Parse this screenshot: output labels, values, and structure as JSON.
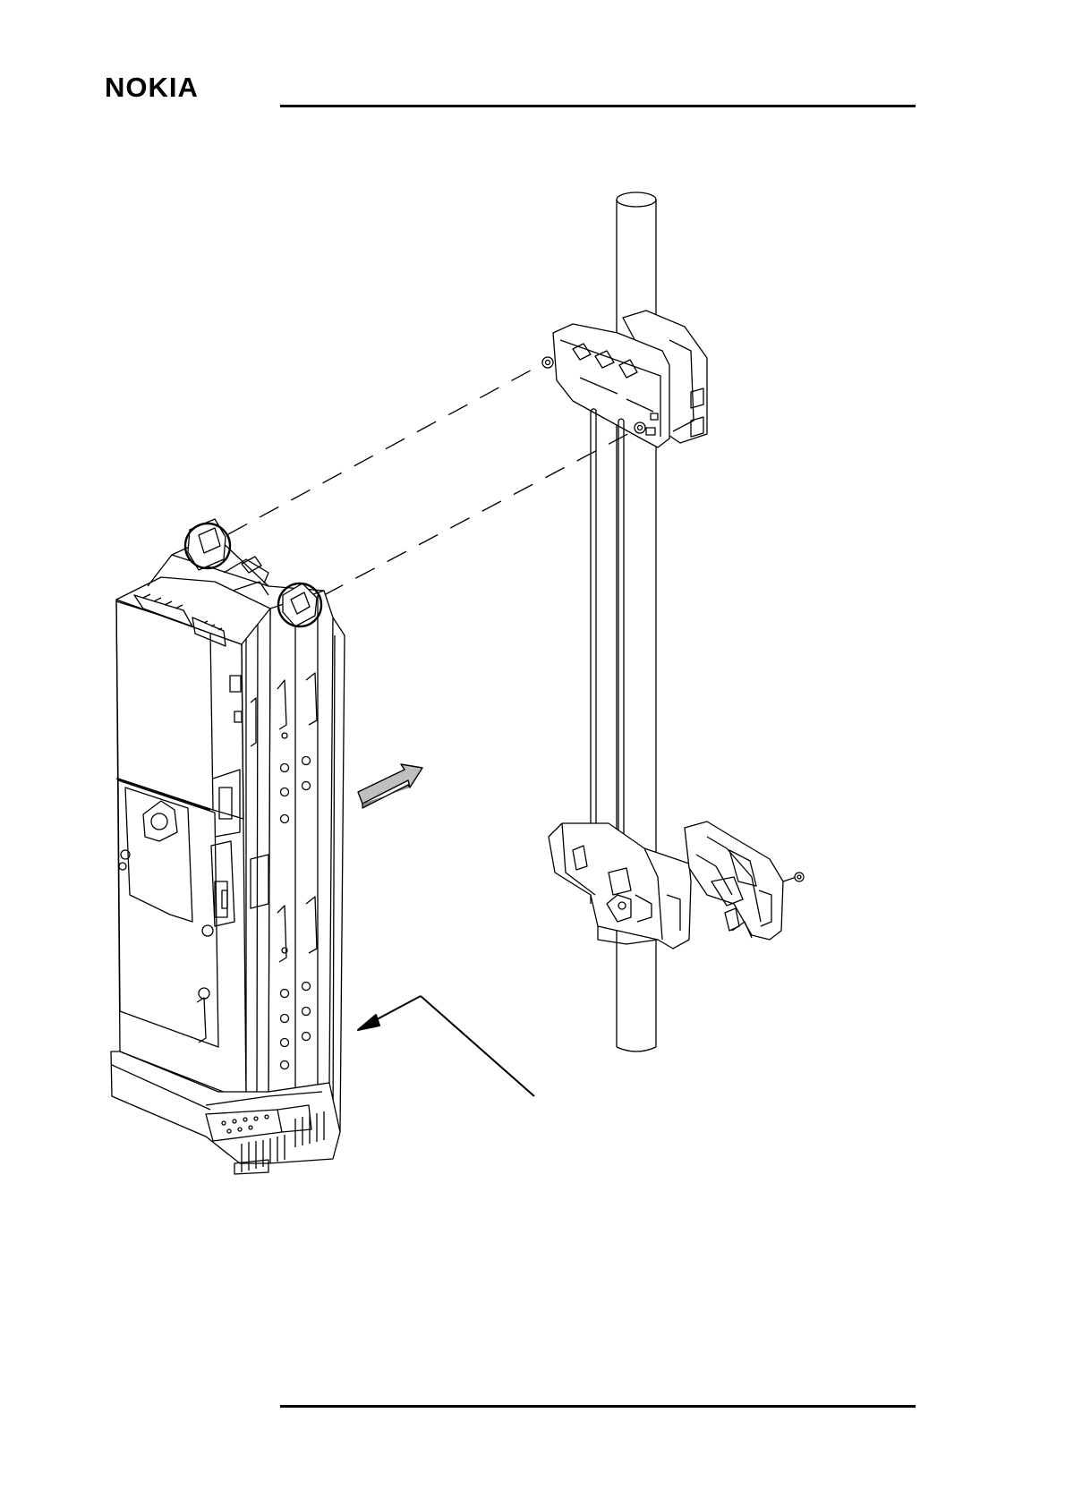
{
  "header": {
    "brand": "NOKIA"
  },
  "figure": {
    "subject": [
      "base-station-cabinet",
      "pole-mount-bracket",
      "mounting-pole"
    ],
    "icons": [
      "push-arrow-icon",
      "callout-arrow-icon",
      "detail-circle-icon"
    ]
  },
  "colors": {
    "ink": "#000000",
    "paper": "#ffffff",
    "arrow-fill": "#bfbfbf"
  }
}
